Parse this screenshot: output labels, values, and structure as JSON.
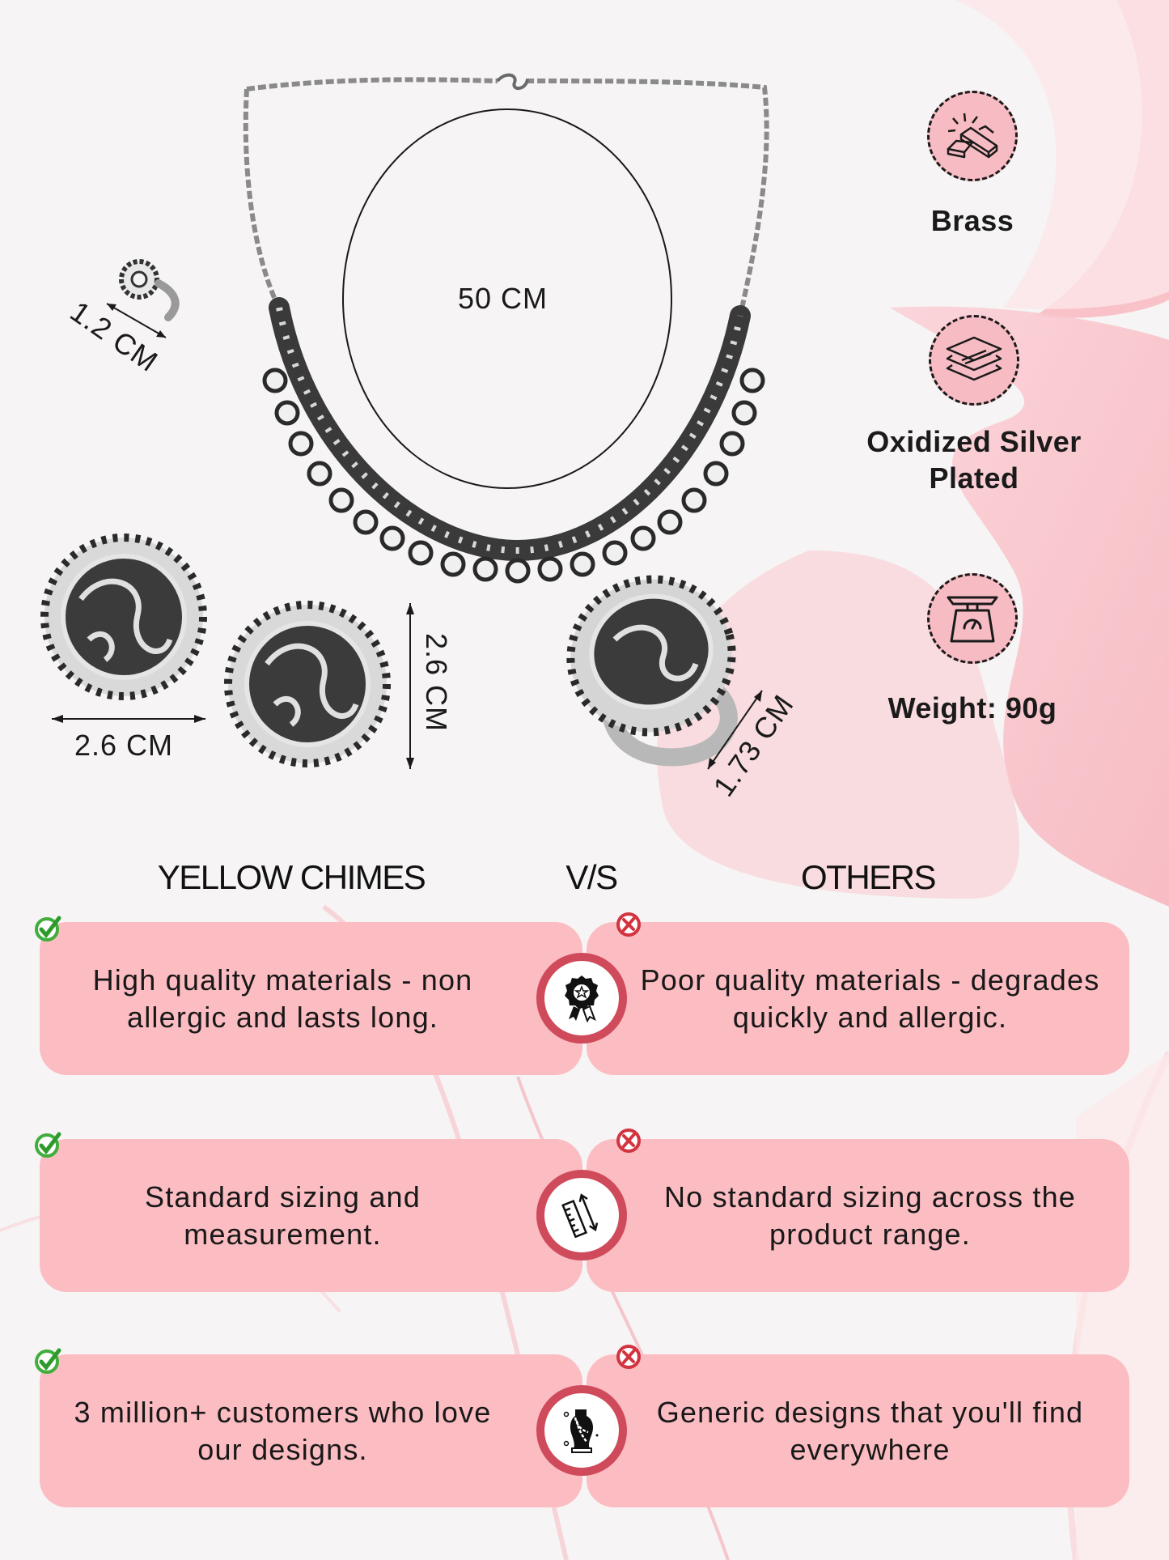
{
  "product_dimensions": {
    "necklace_length": "50 CM",
    "nose_pin_size": "1.2 CM",
    "earring_width": "2.6 CM",
    "earring_height": "2.6 CM",
    "ring_size": "1.73 CM"
  },
  "features": [
    {
      "icon": "gold-bars-icon",
      "label": "Brass"
    },
    {
      "icon": "layers-icon",
      "label_line1": "Oxidized Silver",
      "label_line2": "Plated"
    },
    {
      "icon": "weighing-scale-icon",
      "label": "Weight: 90g"
    }
  ],
  "comparison": {
    "left_header": "YELLOW CHIMES",
    "vs_label": "V/S",
    "right_header": "OTHERS",
    "rows": [
      {
        "center_icon": "quality-badge-icon",
        "ours": "High quality materials - non allergic and lasts long.",
        "others": "Poor quality materials - degrades quickly and allergic."
      },
      {
        "center_icon": "ruler-measure-icon",
        "ours": "Standard sizing and measurement.",
        "others": "No standard sizing across the product range."
      },
      {
        "center_icon": "jewelry-bust-icon",
        "ours": "3 million+ customers who love our designs.",
        "others": "Generic designs that you'll find everywhere"
      }
    ]
  },
  "colors": {
    "card_pink": "#fbbcc2",
    "badge_pink": "#f7bcc3",
    "medallion_ring": "#cf4a5a",
    "check_green": "#3fae3a",
    "cross_red": "#d2343f",
    "background": "#f6f4f4"
  }
}
